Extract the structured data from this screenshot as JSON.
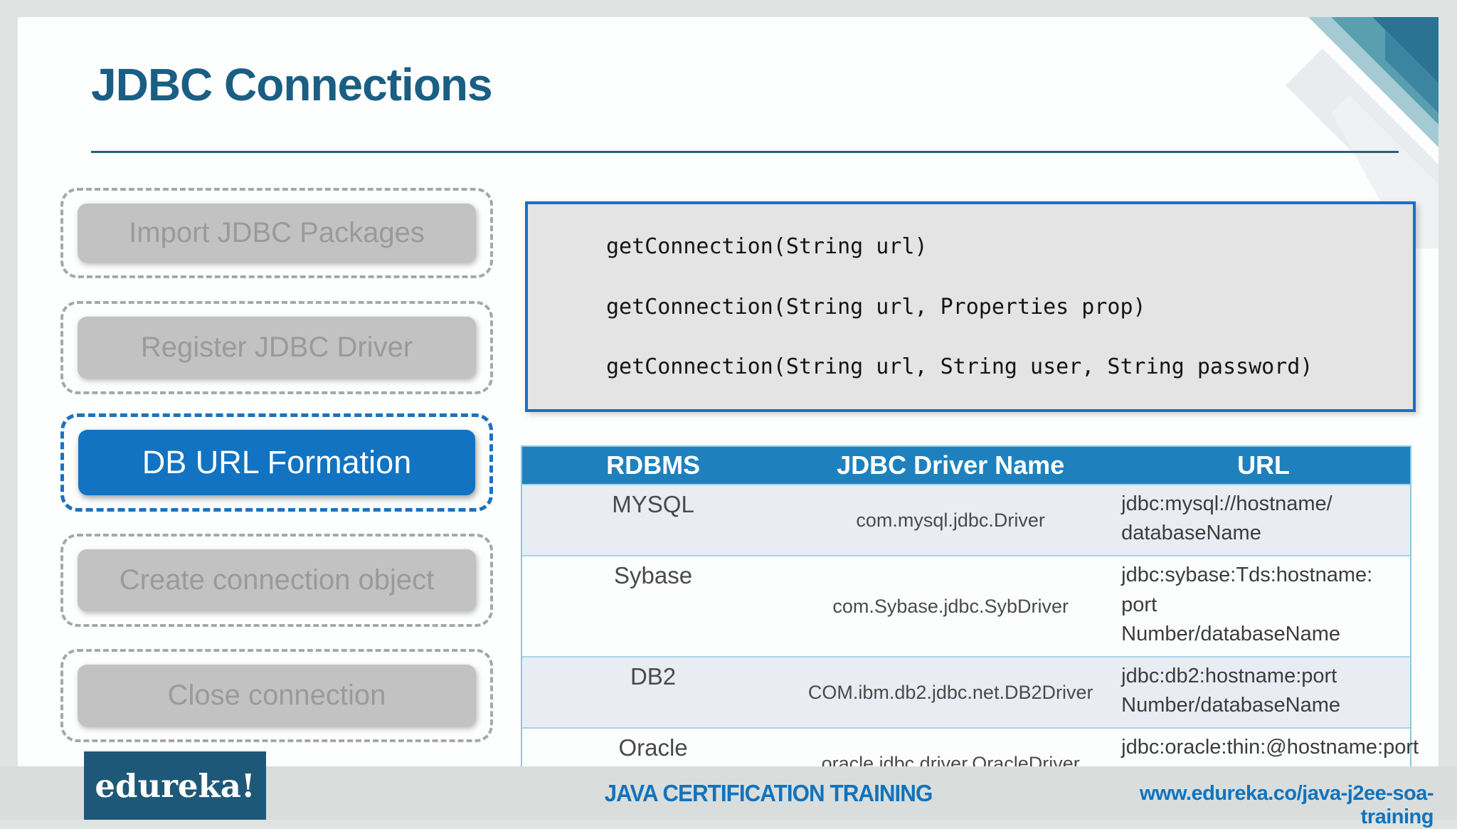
{
  "slide": {
    "title": "JDBC Connections",
    "steps": [
      {
        "label": "Import JDBC Packages",
        "active": false
      },
      {
        "label": "Register JDBC Driver",
        "active": false
      },
      {
        "label": "DB URL Formation",
        "active": true
      },
      {
        "label": "Create connection object",
        "active": false
      },
      {
        "label": "Close connection",
        "active": false
      }
    ],
    "code": {
      "lines": [
        "getConnection(String url)",
        "getConnection(String url, Properties prop)",
        "getConnection(String url, String user, String password)"
      ]
    },
    "table": {
      "headers": [
        "RDBMS",
        "JDBC Driver Name",
        "URL"
      ],
      "rows": [
        {
          "rdbms": "MYSQL",
          "driver": "com.mysql.jdbc.Driver",
          "url": "jdbc:mysql://hostname/\ndatabaseName"
        },
        {
          "rdbms": "Sybase",
          "driver": "com.Sybase.jdbc.SybDriver",
          "url": "jdbc:sybase:Tds:hostname: port\nNumber/databaseName"
        },
        {
          "rdbms": "DB2",
          "driver": "COM.ibm.db2.jdbc.net.DB2Driver",
          "url": "jdbc:db2:hostname:port\nNumber/databaseName"
        },
        {
          "rdbms": "Oracle",
          "driver": "oracle.jdbc.driver.OracleDriver",
          "url": "jdbc:oracle:thin:@hostname:port\nNumber:databaseName"
        }
      ]
    },
    "footer": {
      "logo": "edureka!",
      "course": "JAVA CERTIFICATION TRAINING",
      "url": "www.edureka.co/java-j2ee-soa-training"
    },
    "colors": {
      "title": "#1A5E84",
      "active_step": "#1173C1",
      "table_header": "#1E81BE",
      "footer_text": "#1173BD",
      "logo_bg": "#1E5878",
      "code_border": "#1C6FC3"
    }
  }
}
